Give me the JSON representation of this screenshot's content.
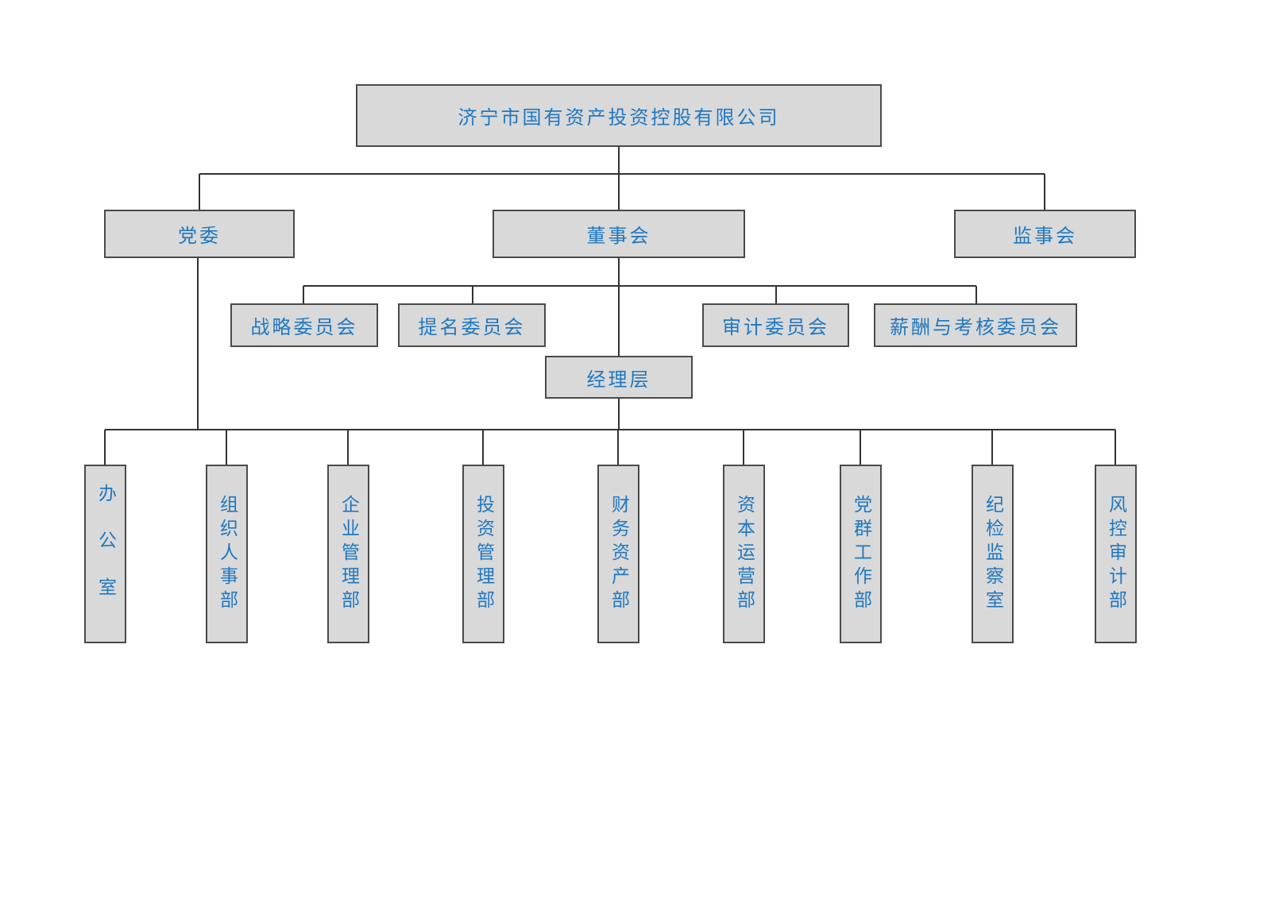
{
  "root": "济宁市国有资产投资控股有限公司",
  "level1": [
    "党委",
    "董事会",
    "监事会"
  ],
  "committees": [
    "战略委员会",
    "提名委员会",
    "审计委员会",
    "薪酬与考核委员会"
  ],
  "management": "经理层",
  "departments": [
    "办公室",
    "组织人事部",
    "企业管理部",
    "投资管理部",
    "财务资产部",
    "资本运营部",
    "党群工作部",
    "纪检监察室",
    "风控审计部"
  ],
  "colors": {
    "text": "#1f78c1",
    "fill": "#d9d9d9",
    "border": "#4a4a4a"
  }
}
